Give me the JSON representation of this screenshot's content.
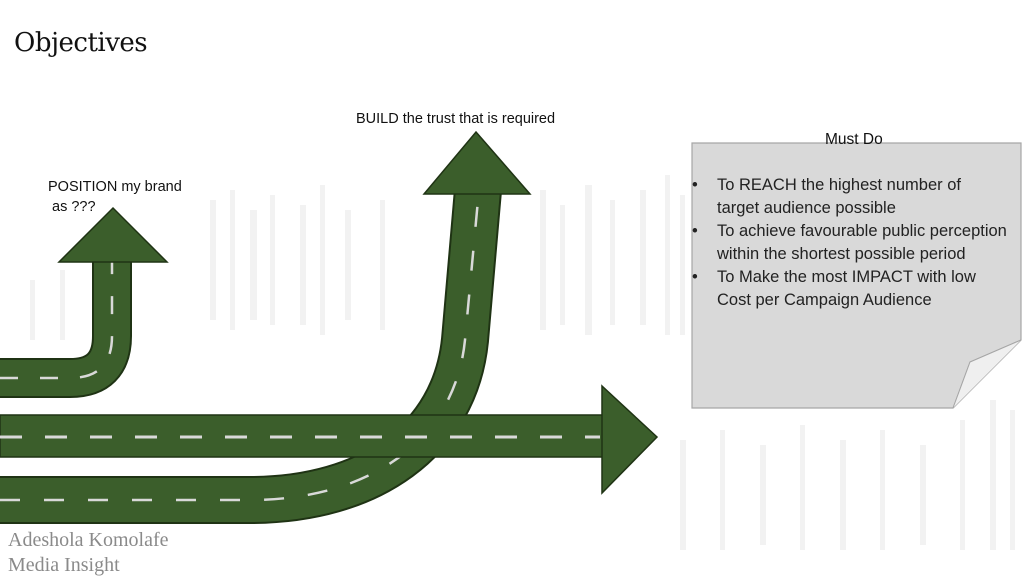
{
  "slide": {
    "title": "Objectives",
    "labels": {
      "build": "BUILD the trust that is required",
      "position_line1": "POSITION my brand",
      "position_line2": "as ???",
      "must_do": "Must Do"
    },
    "must_do_items": [
      "To REACH the highest number of target audience possible",
      "To achieve favourable public perception within the shortest possible period",
      "To Make the most IMPACT with low Cost per Campaign Audience"
    ],
    "footer": {
      "line1": "Adeshola Komolafe",
      "line2": "Media Insight"
    }
  },
  "colors": {
    "road": "#3b5e2b",
    "road_outline": "#1f3314",
    "lane_marks": "#d9d9d9",
    "note_fill": "#d9d9d9",
    "note_border": "#a6a6a6"
  },
  "icons": [
    "arrow-road-icon",
    "bullet-icon"
  ]
}
